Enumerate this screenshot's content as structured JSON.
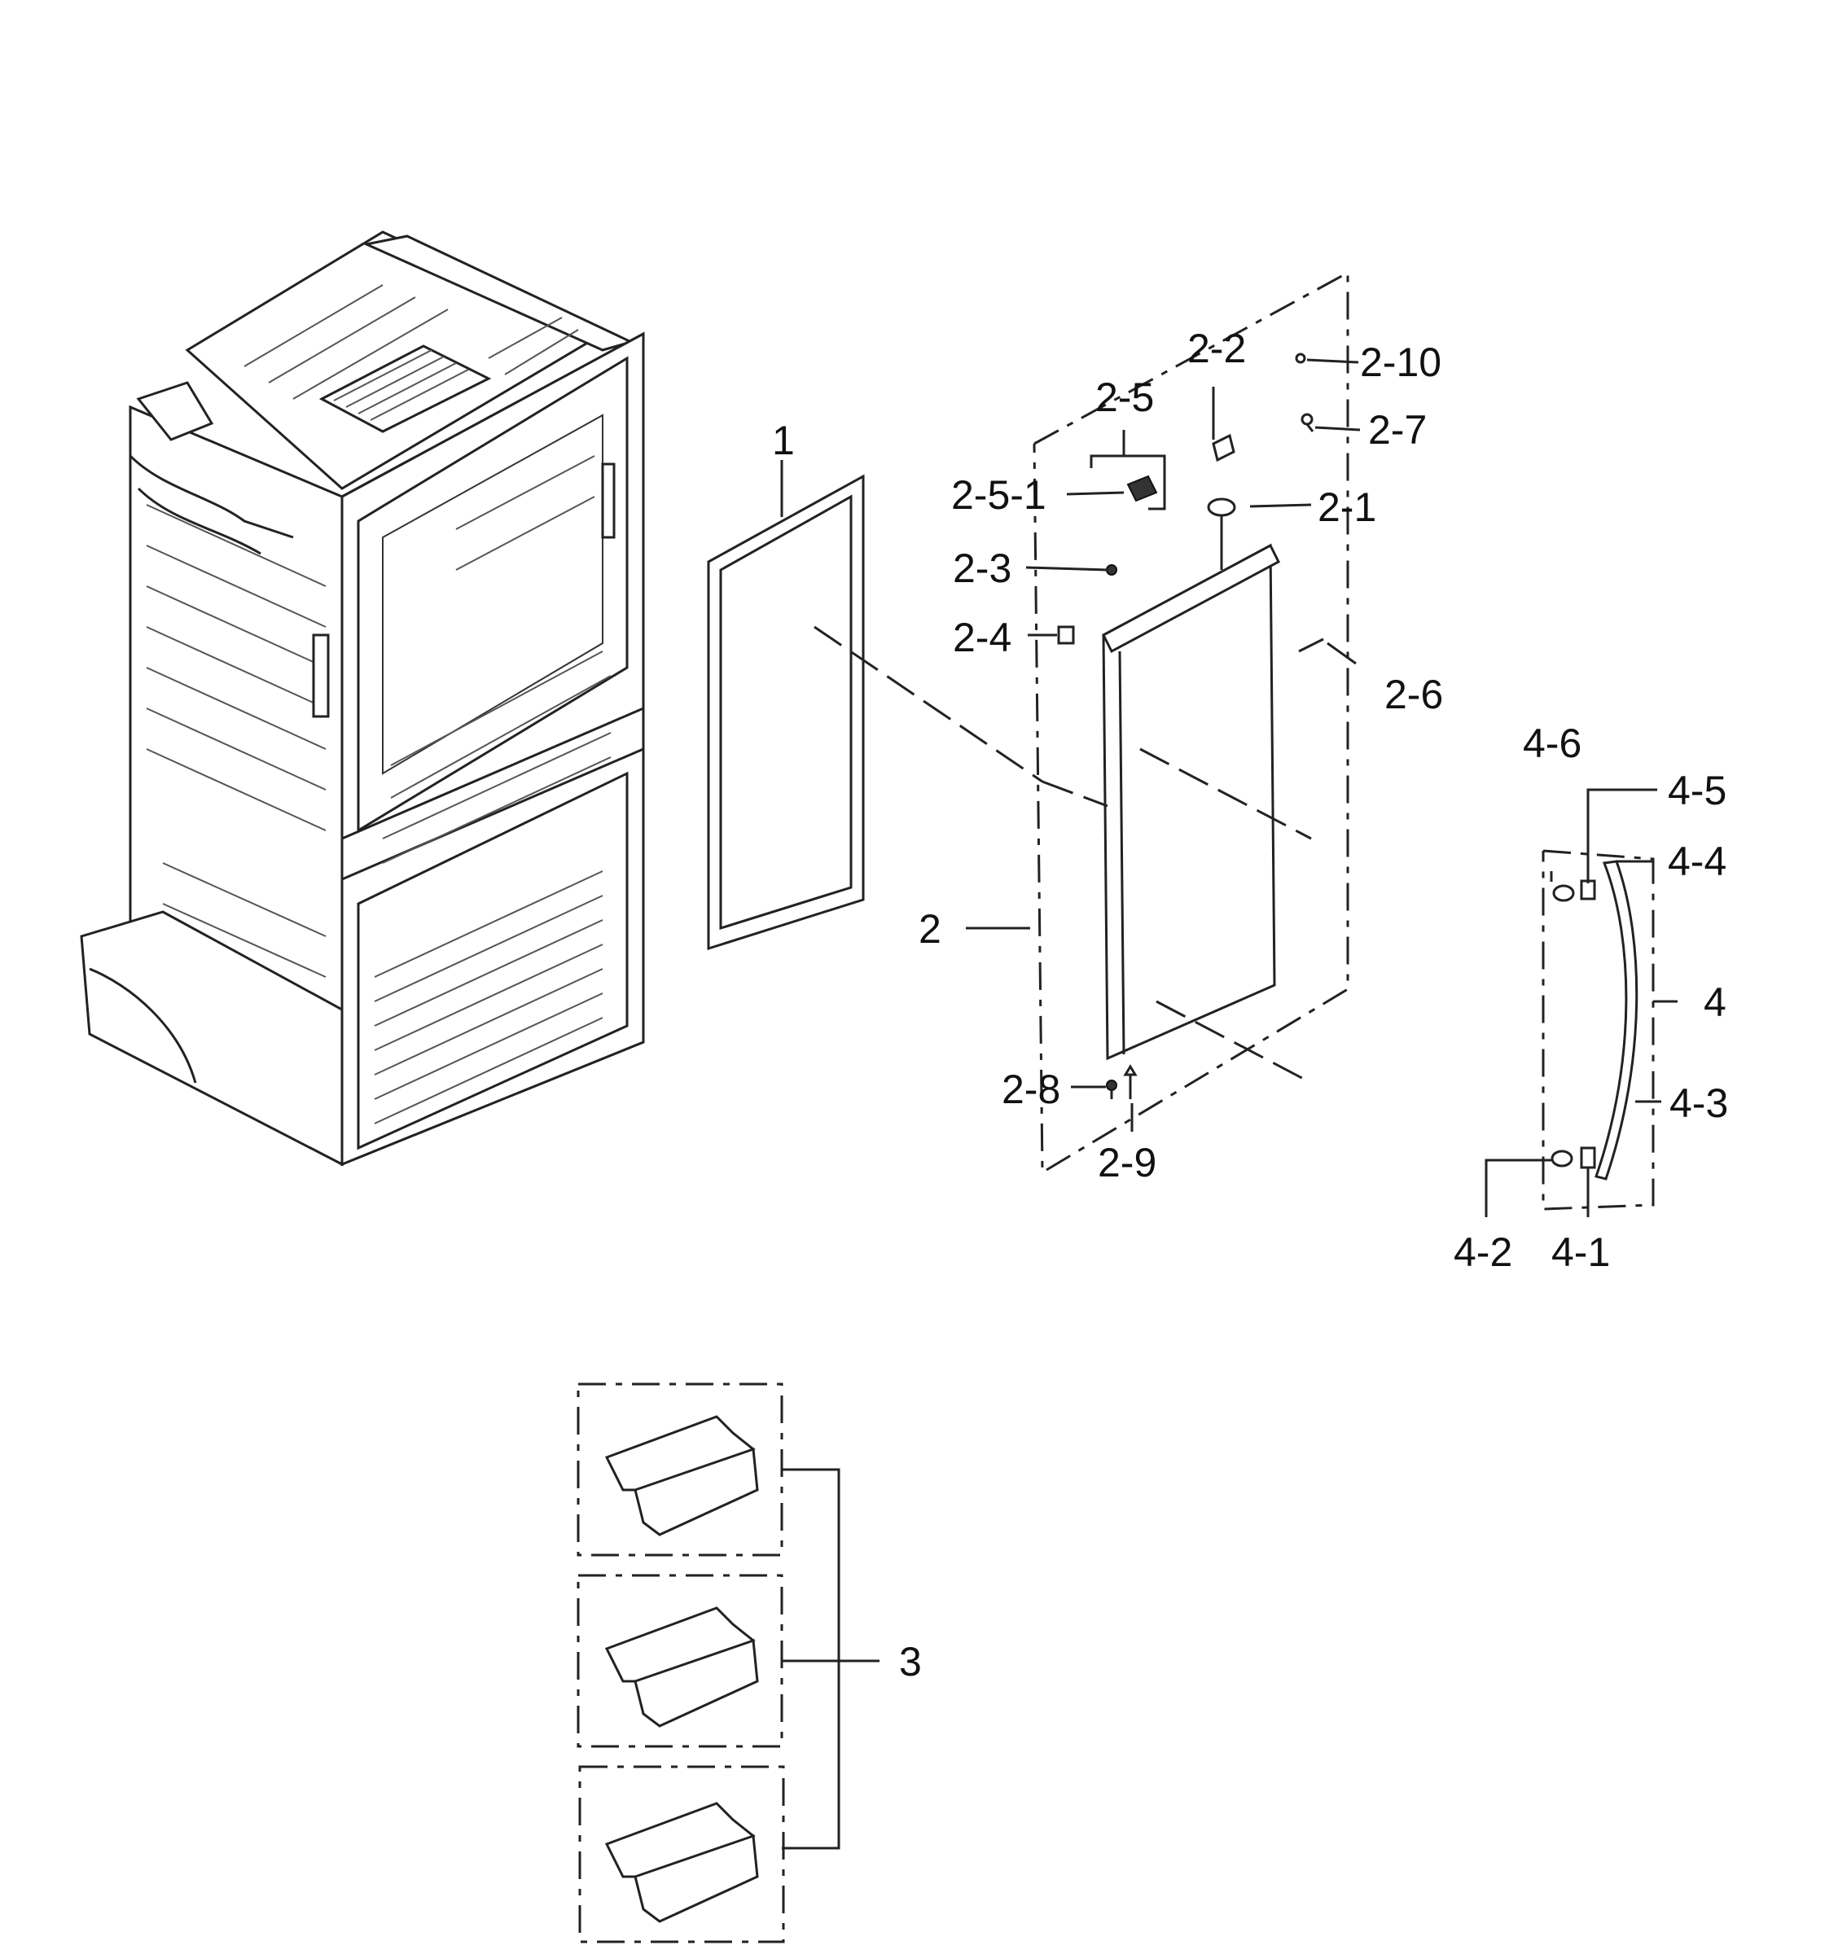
{
  "labels": {
    "p1": "1",
    "p2": "2",
    "p2_1": "2-1",
    "p2_2": "2-2",
    "p2_3": "2-3",
    "p2_4": "2-4",
    "p2_5": "2-5",
    "p2_5_1": "2-5-1",
    "p2_6": "2-6",
    "p2_7": "2-7",
    "p2_8": "2-8",
    "p2_9": "2-9",
    "p2_10": "2-10",
    "p3": "3",
    "p4": "4",
    "p4_1": "4-1",
    "p4_2": "4-2",
    "p4_3": "4-3",
    "p4_4": "4-4",
    "p4_5": "4-5",
    "p4_6": "4-6"
  }
}
